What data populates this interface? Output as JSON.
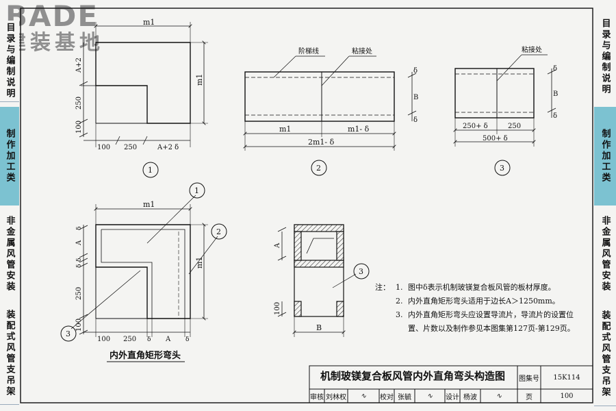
{
  "logo": {
    "top": "BADE",
    "bottom": "建装基地"
  },
  "left_tabs": [
    {
      "label": "目录与编制说明",
      "active": false
    },
    {
      "label": "制作加工类",
      "active": true
    },
    {
      "label": "非金属风管安装",
      "active": false
    },
    {
      "label": "装配式风管支吊架",
      "active": false
    }
  ],
  "right_tabs": [
    {
      "label": "目录与编制说明",
      "active": false
    },
    {
      "label": "制作加工类",
      "active": true
    },
    {
      "label": "非金属风管安装",
      "active": false
    },
    {
      "label": "装配式风管支吊架",
      "active": false
    }
  ],
  "fig1": {
    "dims_top": "m1",
    "dims_right": "m1",
    "dim_left_upper": "A+2",
    "dim_left_mid": "250",
    "dim_left_low": "100",
    "dims_bottom": [
      "100",
      "250",
      "A+2 δ"
    ],
    "number": "1"
  },
  "fig2": {
    "label_step": "阶梯线",
    "label_joint": "粘接处",
    "dim_bottom_left": "m1",
    "dim_bottom_right": "m1- δ",
    "dim_total": "2m1- δ",
    "dim_right_top": "δ",
    "dim_right_mid": "B",
    "dim_right_low": "δ",
    "number": "2"
  },
  "fig3": {
    "label_joint": "粘接处",
    "dim_bottom_left": "250+ δ",
    "dim_bottom_right": "250",
    "dim_total": "500+ δ",
    "dim_right_top": "δ",
    "dim_right_mid": "B",
    "dim_right_low": "δ",
    "number": "3"
  },
  "fig4": {
    "dim_top": "m1",
    "dim_right": "m1",
    "left_dims": [
      "δ",
      "A",
      "δ",
      "δ",
      "250",
      "100"
    ],
    "bottom_dims": [
      "100",
      "250",
      "δ",
      "A",
      "δ"
    ],
    "callout1": "1",
    "callout2": "2",
    "callout3": "3",
    "caption": "内外直角矩形弯头"
  },
  "fig5": {
    "dim_left_a": "A",
    "dim_left_low": "100",
    "dim_bottom": "B",
    "callout": "3"
  },
  "notes": {
    "lead": "注：",
    "items": [
      {
        "n": "1.",
        "text": "图中δ表示机制玻镁复合板风管的板材厚度。"
      },
      {
        "n": "2.",
        "text": "内外直角矩形弯头适用于边长A＞1250mm。"
      },
      {
        "n": "3.",
        "text": "内外直角矩形弯头应设置导流片，导流片的设置位置、片数以及制作参见本图集第127页-第129页。"
      }
    ]
  },
  "title_block": {
    "title": "机制玻镁复合板风管内外直角弯头构造图",
    "atlas_label": "图集号",
    "atlas_no": "15K114",
    "review_label": "审核",
    "review_name": "刘林权",
    "check_label": "校对",
    "check_name": "张毓",
    "design_label": "设计",
    "design_name": "杨波",
    "page_label": "页",
    "page_no": "100"
  }
}
